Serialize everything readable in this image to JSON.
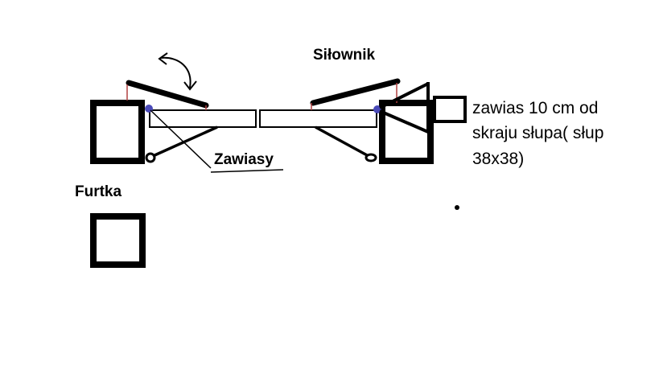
{
  "labels": {
    "silownik": "Siłownik",
    "zawiasy": "Zawiasy",
    "furtka": "Furtka",
    "note_line1": "zawias 10 cm od",
    "note_line2": "skraju słupa( słup",
    "note_line3": "38x38)"
  },
  "colors": {
    "ink": "#000000",
    "hinge_dot": "#4a4ab8",
    "bracket": "#b04040"
  }
}
